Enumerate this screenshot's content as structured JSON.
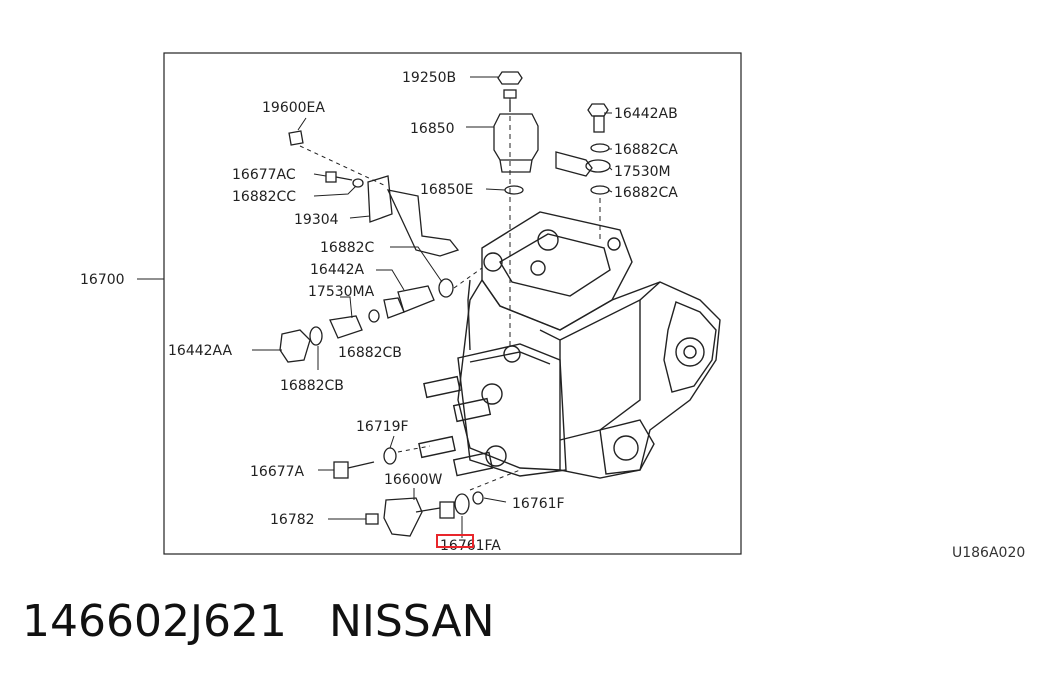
{
  "diagram": {
    "drawing_code": "U186A020",
    "part_labels": [
      "19250B",
      "19600EA",
      "16850",
      "16442AB",
      "16882CA",
      "17530M",
      "16882CA",
      "16677AC",
      "16882CC",
      "16850E",
      "19304",
      "16882C",
      "16442A",
      "17530MA",
      "16700",
      "16442AA",
      "16882CB",
      "16882CB",
      "16719F",
      "16677A",
      "16600W",
      "16761F",
      "16782",
      "16761FA"
    ],
    "highlighted_label": "16761FA",
    "highlight_color": "#e8262b"
  },
  "footer": {
    "part_number": "146602J621",
    "brand": "NISSAN"
  }
}
